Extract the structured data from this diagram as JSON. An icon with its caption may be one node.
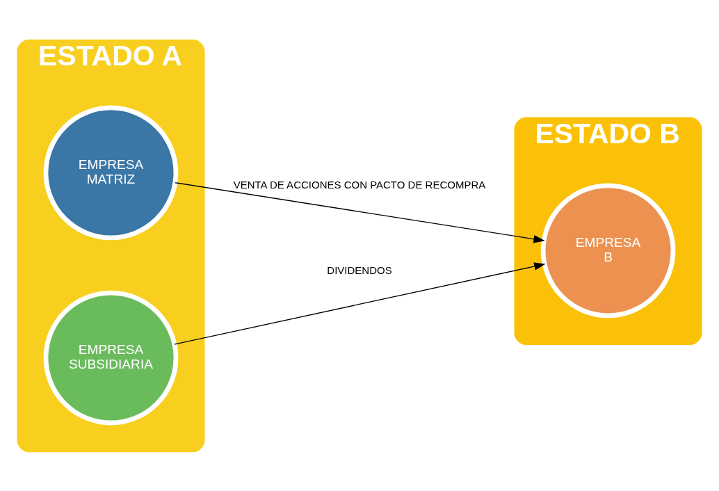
{
  "diagram": {
    "nodes": [
      {
        "text": [
          "ESTADO A"
        ]
      },
      {
        "text": [
          "EMPRESA MATRIZ"
        ],
        "in": 0
      },
      {
        "text": [
          "EMPRESA SUBSIDIARIA"
        ],
        "in": 0
      },
      {
        "text": [
          "ESTADO B"
        ]
      },
      {
        "text": [
          "EMPRESA B"
        ],
        "in": 3
      }
    ],
    "edges": [
      {
        "from": 1,
        "to": 4,
        "arrow": "to",
        "label": "VENTA DE ACCIONES CON PACTO DE RECOMPRA"
      },
      {
        "from": 2,
        "to": 4,
        "arrow": "to",
        "label": "DIVIDENDOS"
      }
    ]
  }
}
